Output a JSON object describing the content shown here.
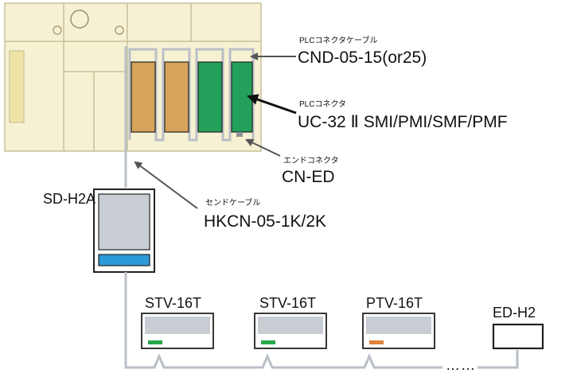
{
  "labels": {
    "plc_cable_title": "PLCコネクタケーブル",
    "plc_cable_model": "CND-05-15(or25)",
    "plc_connector_title": "PLCコネクタ",
    "plc_connector_model": "UC-32 Ⅱ SMI/PMI/SMF/PMF",
    "end_connector_title": "エンドコネクタ",
    "end_connector_model": "CN-ED",
    "send_cable_title": "センドケーブル",
    "send_cable_model": "HKCN-05-1K/2K",
    "sd_unit": "SD-H2A",
    "terminal_1": "STV-16T",
    "terminal_2": "STV-16T",
    "terminal_3": "PTV-16T",
    "end_unit": "ED-H2",
    "ellipsis": "……"
  },
  "colors": {
    "plc_body": "#f6f1d2",
    "plc_stroke": "#c9c09a",
    "cable": "#b9bfc6",
    "tan_module": "#d6a35a",
    "green_module": "#23a05a",
    "sd_screen": "#c8ccd3",
    "sd_bar": "#2b9ad6",
    "led_green": "#27a84a",
    "led_orange": "#e0823a",
    "arrow": "#555555"
  }
}
